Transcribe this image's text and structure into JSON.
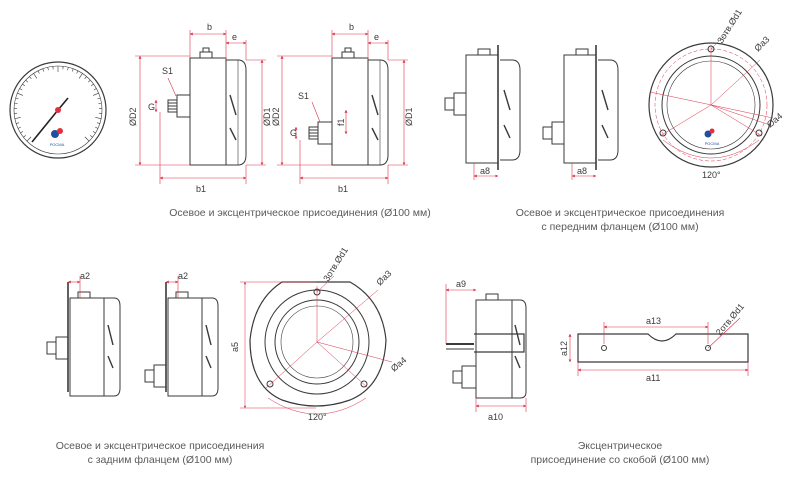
{
  "captions": [
    {
      "lines": [
        "Осевое и эксцентрическое присоединения (Ø100 мм)"
      ]
    },
    {
      "lines": [
        "Осевое и эксцентрическое присоединения",
        "с передним фланцем (Ø100 мм)"
      ]
    },
    {
      "lines": [
        "Осевое и эксцентрическое присоединения",
        "с задним фланцем (Ø100 мм)"
      ]
    },
    {
      "lines": [
        "Эксцентрическое",
        "присоединение со скобой (Ø100 мм)"
      ]
    }
  ],
  "labels": {
    "b": "b",
    "e": "e",
    "b1": "b1",
    "S1": "S1",
    "G": "G",
    "f1": "f1",
    "D1": "ØD1",
    "D2": "ØD2",
    "a2": "a2",
    "a3": "Øa3",
    "a4": "Øa4",
    "a5": "a5",
    "a8": "a8",
    "a9": "a9",
    "a10": "a10",
    "a11": "a11",
    "a12": "a12",
    "a13": "a13",
    "holes_3": "3отв.Ød1",
    "holes_2": "2отв.Ød1",
    "angle": "120°"
  },
  "brand": "РОСМА",
  "colors": {
    "line": "#3a3a3a",
    "dim": "#d9334a",
    "accent": "#e0303f",
    "caption": "#5a5a5a",
    "brand_blue": "#1f4f9e",
    "brand_red": "#e0303f"
  },
  "icons": [
    "gauge-dial-icon",
    "rosma-logo-icon"
  ]
}
